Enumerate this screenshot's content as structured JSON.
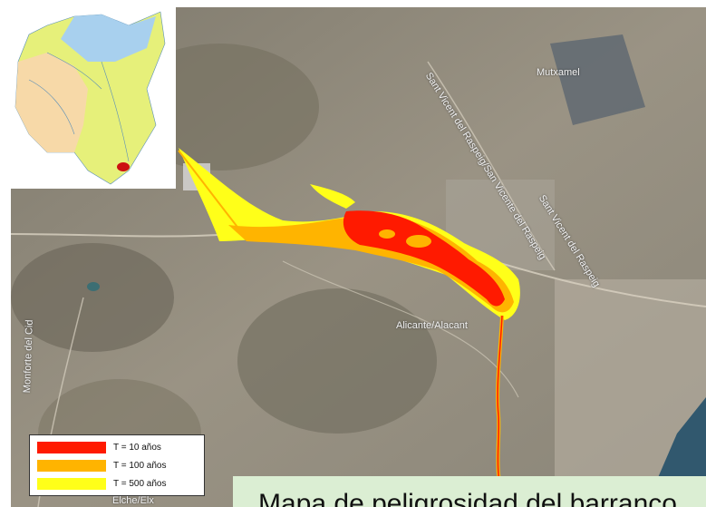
{
  "legend": {
    "items": [
      {
        "label": "T = 10 años",
        "color": "#ff1a00"
      },
      {
        "label": "T = 100 años",
        "color": "#ffb400"
      },
      {
        "label": "T = 500 años",
        "color": "#ffff19"
      }
    ]
  },
  "map_labels": {
    "mutxamel": "Mutxamel",
    "sant_vicent_1": "Sant Vicent del Raspeig/San Vicente del Raspeig",
    "sant_vicent_2": "Sant Vicent del Raspeig",
    "alicante": "Alicante/Alacant",
    "monforte": "Monforte del Cid",
    "elche": "Elche/Elx"
  },
  "caption": {
    "text": "Mapa de peligrosidad del barranco"
  },
  "colors": {
    "flood_10": "#ff1a00",
    "flood_100": "#ffb400",
    "flood_500": "#ffff19",
    "inset_north": "#a8d0ee",
    "inset_central": "#e6f07a",
    "inset_west": "#f7d9a8",
    "caption_bg": "#dbeed3"
  }
}
